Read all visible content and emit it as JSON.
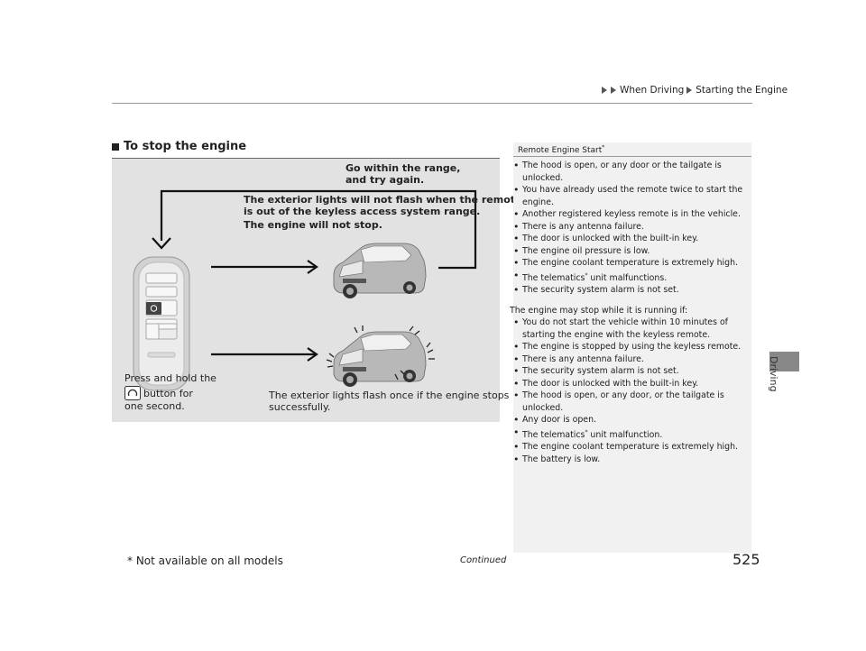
{
  "header": {
    "breadcrumb": [
      "When Driving",
      "Starting the Engine"
    ]
  },
  "side_tab": {
    "label": "Driving"
  },
  "section": {
    "title": "To stop the engine"
  },
  "illustration": {
    "labels": {
      "go_within_1": "Go within the range,",
      "go_within_2": "and try again.",
      "no_flash_1": "The exterior lights will not flash when the remote",
      "no_flash_2": "is out of the keyless access system range.",
      "no_flash_3": "The engine will not stop.",
      "press_1": "Press and hold the",
      "press_2": "button for",
      "press_3": "one second.",
      "flash_1": "The exterior lights flash once if the engine stops",
      "flash_2": "successfully."
    }
  },
  "sidebox": {
    "title": "Remote Engine Start",
    "title_mark": "*",
    "list1": [
      "The hood is open, or any door or the tailgate is unlocked.",
      "You have already used the remote twice to start the engine.",
      "Another registered keyless remote is in the vehicle.",
      "There is any antenna failure.",
      "The door is unlocked with the built-in key.",
      "The engine oil pressure is low.",
      "The engine coolant temperature is extremely high."
    ],
    "telematics_1": "The telematics",
    "telematics_1_tail": " unit malfunctions.",
    "security_1": "The security system alarm is not set.",
    "paragraph": "The engine may stop while it is running if:",
    "list2": [
      "You do not start the vehicle within 10 minutes of starting the engine with the keyless remote.",
      "The engine is stopped by using the keyless remote.",
      "There is any antenna failure.",
      "The security system alarm is not set.",
      "The door is unlocked with the built-in key.",
      "The hood is open, or any door, or the tailgate is unlocked.",
      "Any door is open."
    ],
    "telematics_2": "The telematics",
    "telematics_2_tail": " unit malfunction.",
    "list3": [
      "The engine coolant temperature is extremely high.",
      "The battery is low."
    ],
    "asterisk": "*"
  },
  "footer": {
    "footnote": "* Not available on all models",
    "continued": "Continued",
    "page_number": "525"
  },
  "colors": {
    "panel": "#e2e2e2",
    "sidebox": "#f1f1f1",
    "tab": "#888888"
  }
}
